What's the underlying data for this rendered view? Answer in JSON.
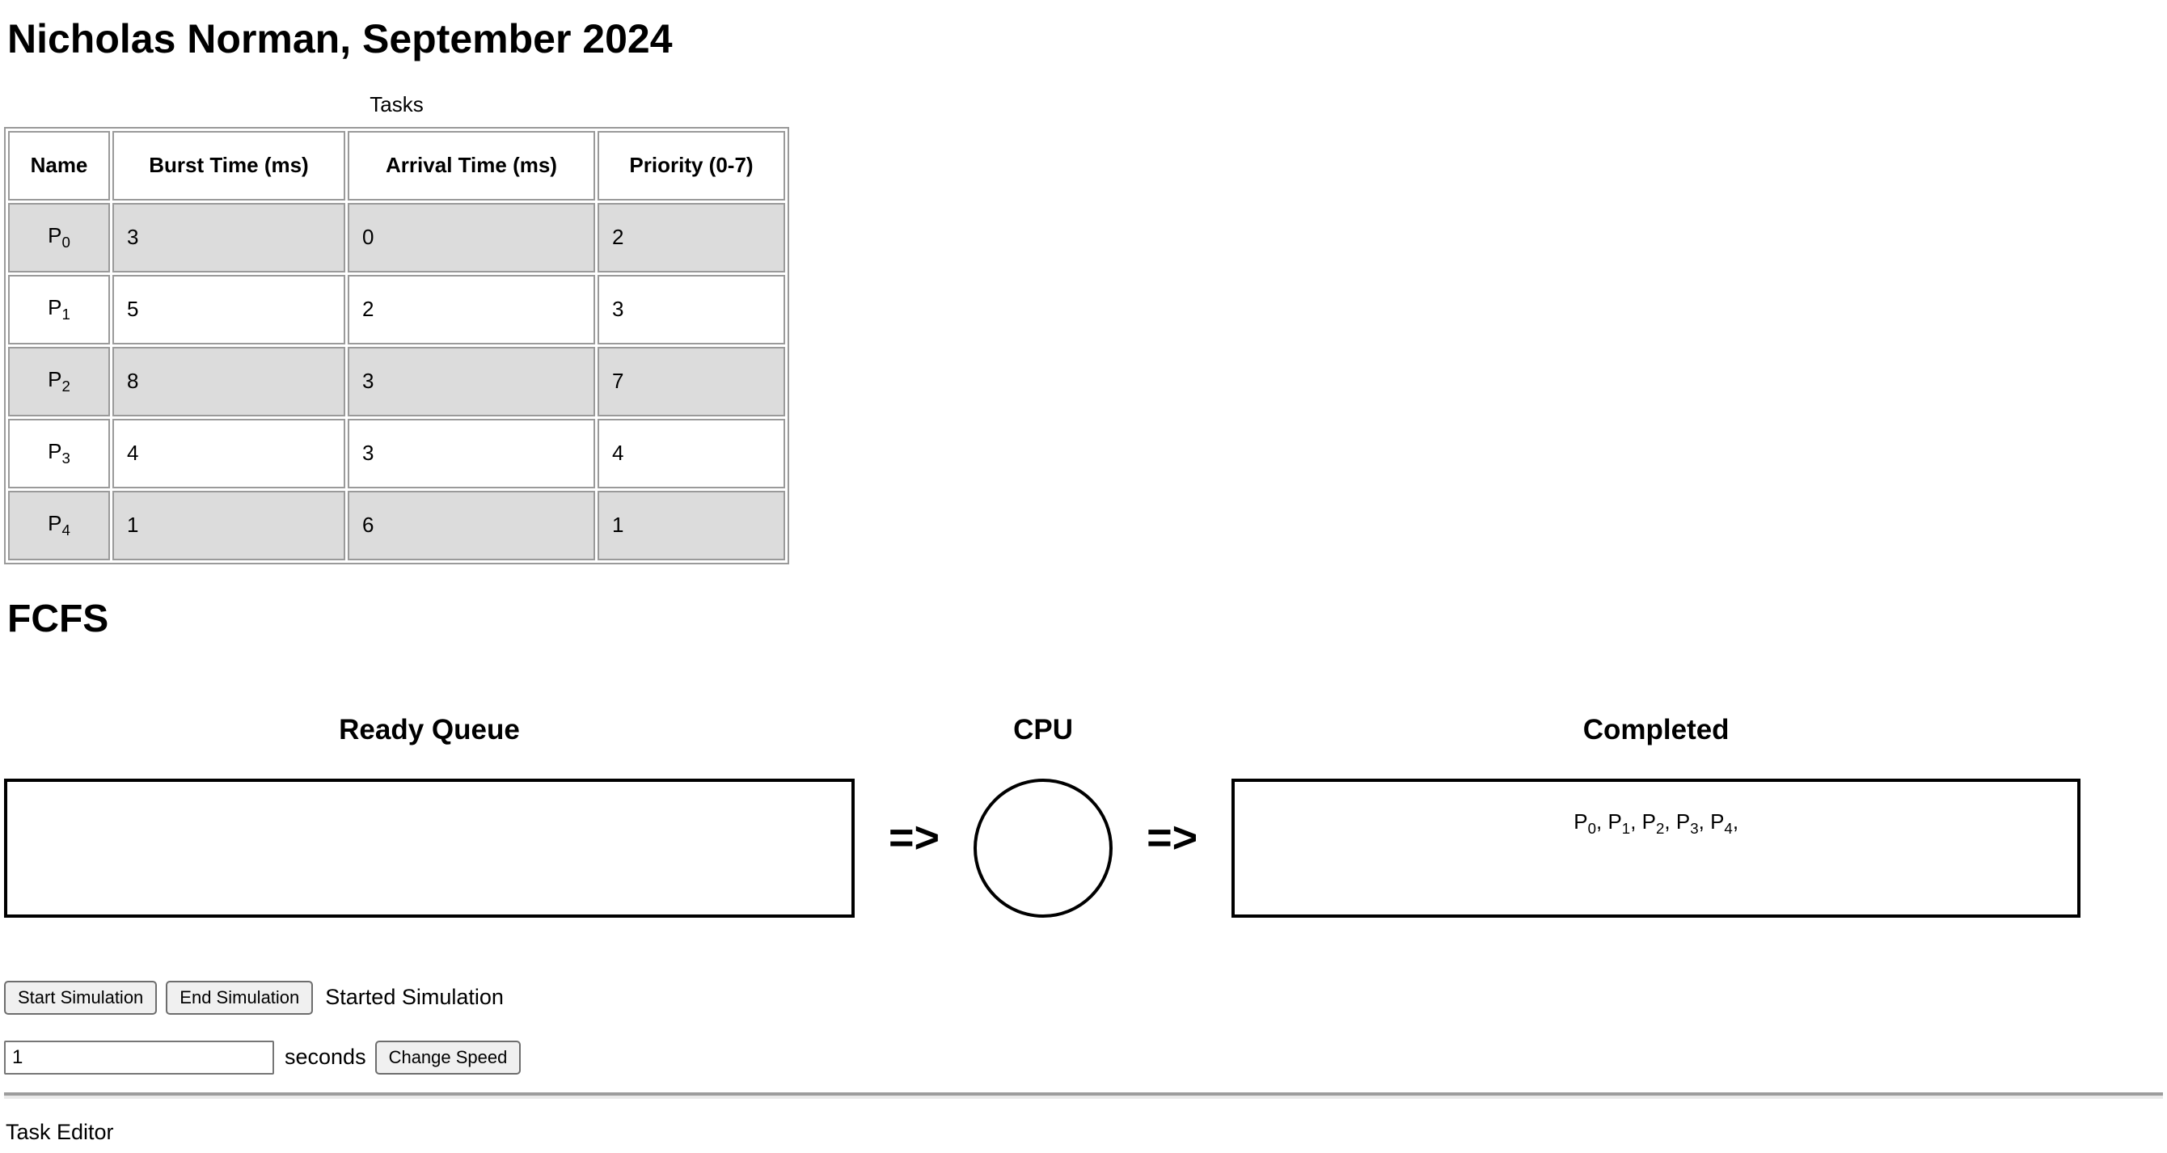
{
  "page": {
    "title": "Nicholas Norman, September 2024",
    "algorithm_heading": "FCFS",
    "task_editor_label": "Task Editor"
  },
  "tasks_table": {
    "caption": "Tasks",
    "columns": [
      "Name",
      "Burst Time (ms)",
      "Arrival Time (ms)",
      "Priority (0-7)"
    ],
    "rows": [
      {
        "name_base": "P",
        "name_sub": "0",
        "burst_time_ms": "3",
        "arrival_time_ms": "0",
        "priority": "2",
        "shaded": true
      },
      {
        "name_base": "P",
        "name_sub": "1",
        "burst_time_ms": "5",
        "arrival_time_ms": "2",
        "priority": "3",
        "shaded": false
      },
      {
        "name_base": "P",
        "name_sub": "2",
        "burst_time_ms": "8",
        "arrival_time_ms": "3",
        "priority": "7",
        "shaded": true
      },
      {
        "name_base": "P",
        "name_sub": "3",
        "burst_time_ms": "4",
        "arrival_time_ms": "3",
        "priority": "4",
        "shaded": false
      },
      {
        "name_base": "P",
        "name_sub": "4",
        "burst_time_ms": "1",
        "arrival_time_ms": "6",
        "priority": "1",
        "shaded": true
      }
    ]
  },
  "simulation": {
    "ready_queue_label": "Ready Queue",
    "cpu_label": "CPU",
    "completed_label": "Completed",
    "arrow_symbol": "=>",
    "ready_queue_items": [],
    "cpu_current_task": "",
    "completed_items": [
      {
        "name_base": "P",
        "name_sub": "0"
      },
      {
        "name_base": "P",
        "name_sub": "1"
      },
      {
        "name_base": "P",
        "name_sub": "2"
      },
      {
        "name_base": "P",
        "name_sub": "3"
      },
      {
        "name_base": "P",
        "name_sub": "4"
      }
    ],
    "completed_separator": ", "
  },
  "controls": {
    "start_button_label": "Start Simulation",
    "end_button_label": "End Simulation",
    "status_text": "Started Simulation",
    "speed_input_value": "1",
    "speed_unit_label": "seconds",
    "change_speed_button_label": "Change Speed"
  },
  "colors": {
    "page_bg": "#ffffff",
    "text": "#000000",
    "table_shaded_row_bg": "#dcdcdc",
    "table_border": "#9a9a9a",
    "sim_box_border": "#000000",
    "button_bg": "#f0f0f0",
    "button_border": "#6d6d6d"
  }
}
